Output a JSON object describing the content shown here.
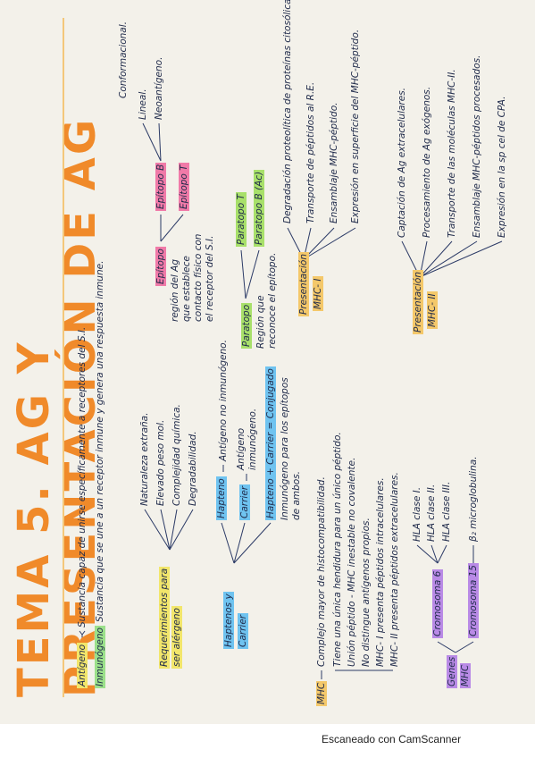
{
  "title": "TEMA 5. AG Y PRESENTACIÓN DE AG",
  "antigeno": {
    "label": "Antígeno",
    "def": "Sustancia capaz de unirse específicamente a receptores del S.I.",
    "hl": "#f2e66b"
  },
  "inmunogeno": {
    "label": "Inmunógeno",
    "def": "Sustancia que se une a un receptor inmune y genera una respuesta inmune.",
    "hl": "#9be08a"
  },
  "requerimientos": {
    "label1": "Requerimientos para",
    "label2": "ser alérgeno",
    "hl": "#f2e66b",
    "items": [
      "Naturaleza extraña.",
      "Elevado peso mol.",
      "Complejidad química.",
      "Degradabilidad."
    ]
  },
  "haptenos": {
    "label1": "Haptenos y",
    "label2": "Carrier",
    "hl": "#6fc3f0",
    "hapteno": {
      "label": "Hapteno",
      "desc": "Antígeno no inmunógeno."
    },
    "carrier": {
      "label": "Carrier",
      "desc1": "Antígeno",
      "desc2": "inmunógeno."
    },
    "combo": {
      "label": "Hapteno + Carrier = Conjugado",
      "desc1": "Inmunógeno para los epítopos",
      "desc2": "de ambos."
    }
  },
  "epitopo": {
    "label": "Epítopo",
    "hl": "#f07aa8",
    "desc": [
      "región del Ag",
      "que establece",
      "contacto físico con",
      "el receptor del S.I."
    ],
    "b": {
      "label": "Epítopo B",
      "items": [
        "Lineal.",
        "Conformacional.",
        "Neoantígeno."
      ]
    },
    "t": {
      "label": "Epítopo T"
    }
  },
  "paratopo": {
    "label": "Paratopo",
    "hl": "#a8e06a",
    "desc": [
      "Región que",
      "reconoce el epítopo."
    ],
    "t": "Paratopo T",
    "b": "Paratopo B (Ac)"
  },
  "mhc": {
    "label": "MHC",
    "hl": "#f4c86a",
    "def": "Complejo mayor de histocompatibilidad.",
    "points": [
      "Tiene una única hendidura para un único péptido.",
      "Unión péptido - MHC inestable no covalente.",
      "No distingue antígenos propios.",
      "MHC- I presenta péptidos intracelulares.",
      "MHC- II presenta péptidos extracelulares."
    ]
  },
  "genes": {
    "label1": "Genes",
    "label2": "MHC",
    "hl": "#b98ae6",
    "cromosoma6": {
      "label": "Cromosoma 6",
      "items": [
        "HLA clase I.",
        "HLA clase II.",
        "HLA clase III."
      ]
    },
    "cromosoma15": {
      "label": "Cromosoma 15",
      "item": "β₂ microglobulina."
    }
  },
  "presentacion1": {
    "label1": "Presentación",
    "label2": "MHC- I",
    "hl": "#f4c86a",
    "items": [
      "Degradación proteolítica de proteínas citosólicas.",
      "Transporte de péptidos al R.E.",
      "Ensamblaje MHC-péptido.",
      "Expresión en superficie del MHC-péptido."
    ]
  },
  "presentacion2": {
    "label1": "Presentación",
    "label2": "MHC- II",
    "hl": "#f4c86a",
    "items": [
      "Captación de Ag extracelulares.",
      "Procesamiento de Ag exógenos.",
      "Transporte de las moléculas MHC-II.",
      "Ensamblaje MHC-péptidos procesados.",
      "Expresión en la sp cel de CPA."
    ]
  },
  "footer": "Escaneado con CamScanner"
}
